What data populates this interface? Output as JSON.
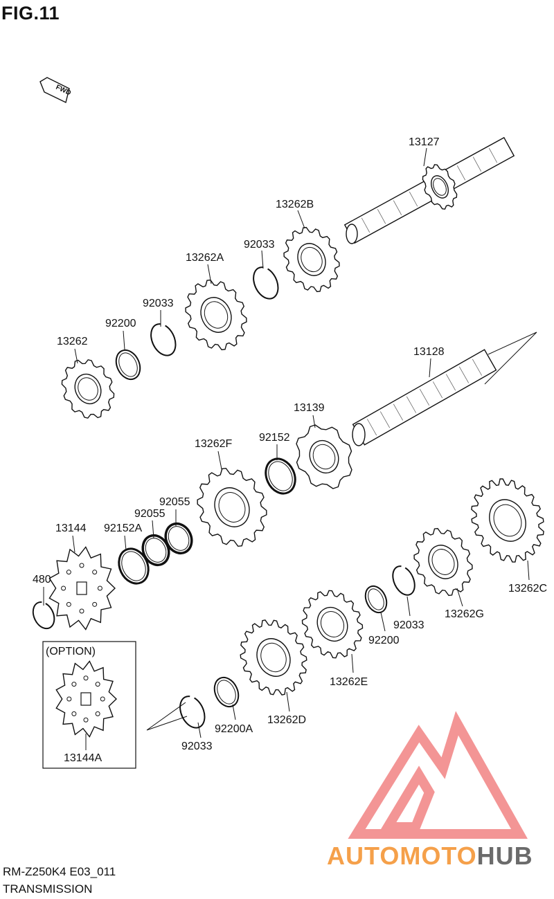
{
  "figure": {
    "title": "FIG.11"
  },
  "fwd_label": "FWD",
  "parts": [
    {
      "id": "p13127",
      "label": "13127"
    },
    {
      "id": "p13262B",
      "label": "13262B"
    },
    {
      "id": "p92033a",
      "label": "92033"
    },
    {
      "id": "p13262A",
      "label": "13262A"
    },
    {
      "id": "p92033b",
      "label": "92033"
    },
    {
      "id": "p92200a",
      "label": "92200"
    },
    {
      "id": "p13262",
      "label": "13262"
    },
    {
      "id": "p13128",
      "label": "13128"
    },
    {
      "id": "p13139",
      "label": "13139"
    },
    {
      "id": "p92152",
      "label": "92152"
    },
    {
      "id": "p13262F",
      "label": "13262F"
    },
    {
      "id": "p92055a",
      "label": "92055"
    },
    {
      "id": "p92055b",
      "label": "92055"
    },
    {
      "id": "p92152A",
      "label": "92152A"
    },
    {
      "id": "p13144",
      "label": "13144"
    },
    {
      "id": "p480",
      "label": "480"
    },
    {
      "id": "p13262C",
      "label": "13262C"
    },
    {
      "id": "p13262G",
      "label": "13262G"
    },
    {
      "id": "p92033c",
      "label": "92033"
    },
    {
      "id": "p92200b",
      "label": "92200"
    },
    {
      "id": "p13262E",
      "label": "13262E"
    },
    {
      "id": "p13262D",
      "label": "13262D"
    },
    {
      "id": "p92200A",
      "label": "92200A"
    },
    {
      "id": "p92033d",
      "label": "92033"
    },
    {
      "id": "p13144A",
      "label": "13144A"
    }
  ],
  "option_box": {
    "label": "(OPTION)"
  },
  "footer": {
    "model": "RM-Z250K4 E03_011",
    "section": "TRANSMISSION"
  },
  "watermark": {
    "part1": "AUTOMOTO",
    "part2": "HUB",
    "color1": "#f5a04a",
    "color2": "#6b6b6b",
    "logo_color": "#f28a8a"
  }
}
